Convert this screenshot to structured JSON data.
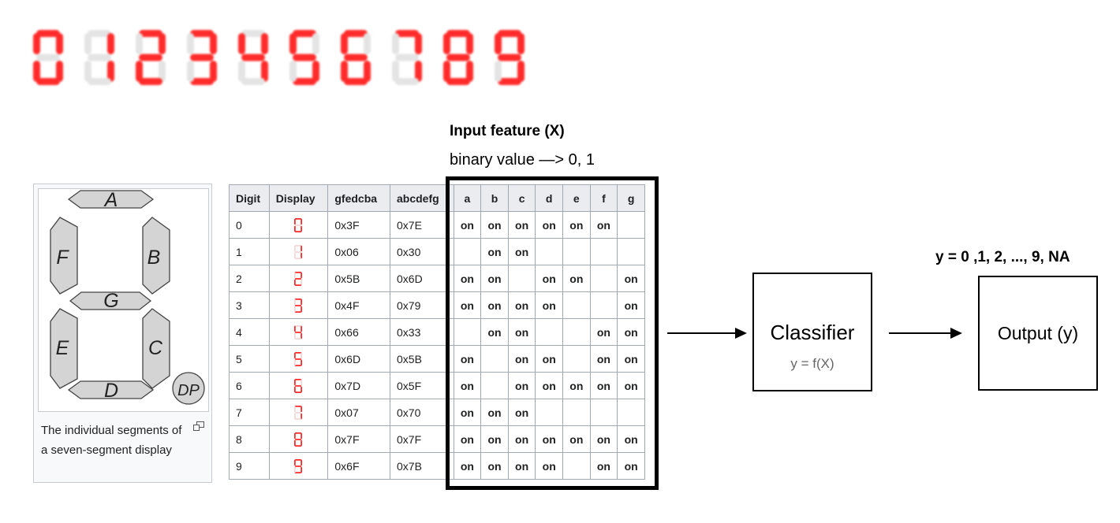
{
  "digits_strip": {
    "segments_on": [
      [
        1,
        1,
        1,
        1,
        1,
        1,
        0
      ],
      [
        0,
        1,
        1,
        0,
        0,
        0,
        0
      ],
      [
        1,
        1,
        0,
        1,
        1,
        0,
        1
      ],
      [
        1,
        1,
        1,
        1,
        0,
        0,
        1
      ],
      [
        0,
        1,
        1,
        0,
        0,
        1,
        1
      ],
      [
        1,
        0,
        1,
        1,
        0,
        1,
        1
      ],
      [
        1,
        0,
        1,
        1,
        1,
        1,
        1
      ],
      [
        1,
        1,
        1,
        0,
        0,
        0,
        0
      ],
      [
        1,
        1,
        1,
        1,
        1,
        1,
        1
      ],
      [
        1,
        1,
        1,
        1,
        0,
        1,
        1
      ]
    ],
    "on_color": "#ff2b2b",
    "off_color": "#e4e4e4"
  },
  "input_feature": {
    "title": "Input feature (X)",
    "subtitle": "binary value —> 0, 1"
  },
  "infobox": {
    "segment_labels": {
      "a": "A",
      "b": "B",
      "c": "C",
      "d": "D",
      "e": "E",
      "f": "F",
      "g": "G",
      "dp": "DP"
    },
    "caption": "The individual segments of a seven-segment display",
    "enlarge_icon": "enlarge-icon"
  },
  "table": {
    "headers": [
      "Digit",
      "Display",
      "gfedcba",
      "abcdefg",
      "a",
      "b",
      "c",
      "d",
      "e",
      "f",
      "g"
    ],
    "rows": [
      {
        "digit": "0",
        "gfedcba": "0x3F",
        "abcdefg": "0x7E",
        "segs": [
          "on",
          "on",
          "on",
          "on",
          "on",
          "on",
          ""
        ]
      },
      {
        "digit": "1",
        "gfedcba": "0x06",
        "abcdefg": "0x30",
        "segs": [
          "",
          "on",
          "on",
          "",
          "",
          "",
          ""
        ]
      },
      {
        "digit": "2",
        "gfedcba": "0x5B",
        "abcdefg": "0x6D",
        "segs": [
          "on",
          "on",
          "",
          "on",
          "on",
          "",
          "on"
        ]
      },
      {
        "digit": "3",
        "gfedcba": "0x4F",
        "abcdefg": "0x79",
        "segs": [
          "on",
          "on",
          "on",
          "on",
          "",
          "",
          "on"
        ]
      },
      {
        "digit": "4",
        "gfedcba": "0x66",
        "abcdefg": "0x33",
        "segs": [
          "",
          "on",
          "on",
          "",
          "",
          "on",
          "on"
        ]
      },
      {
        "digit": "5",
        "gfedcba": "0x6D",
        "abcdefg": "0x5B",
        "segs": [
          "on",
          "",
          "on",
          "on",
          "",
          "on",
          "on"
        ]
      },
      {
        "digit": "6",
        "gfedcba": "0x7D",
        "abcdefg": "0x5F",
        "segs": [
          "on",
          "",
          "on",
          "on",
          "on",
          "on",
          "on"
        ]
      },
      {
        "digit": "7",
        "gfedcba": "0x07",
        "abcdefg": "0x70",
        "segs": [
          "on",
          "on",
          "on",
          "",
          "",
          "",
          ""
        ]
      },
      {
        "digit": "8",
        "gfedcba": "0x7F",
        "abcdefg": "0x7F",
        "segs": [
          "on",
          "on",
          "on",
          "on",
          "on",
          "on",
          "on"
        ]
      },
      {
        "digit": "9",
        "gfedcba": "0x6F",
        "abcdefg": "0x7B",
        "segs": [
          "on",
          "on",
          "on",
          "on",
          "",
          "on",
          "on"
        ]
      }
    ],
    "display_color": "#ff2b2b"
  },
  "classifier": {
    "title": "Classifier",
    "formula": "y = f(X)"
  },
  "output": {
    "title": "Output (y)",
    "values_label": "y = 0 ,1, 2, ..., 9, NA"
  }
}
